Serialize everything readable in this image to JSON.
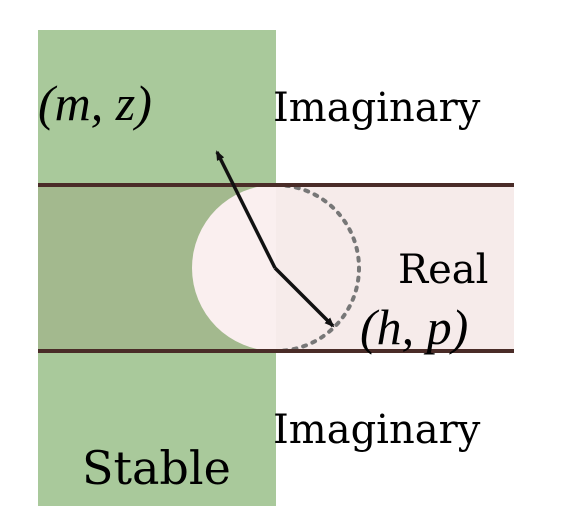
{
  "labels": {
    "mz": "(m, z)",
    "imaginary_top": "Imaginary",
    "real": "Real",
    "hp": "(h, p)",
    "imaginary_bottom": "Imaginary",
    "stable": "Stable"
  },
  "colors": {
    "stable_region": "#a9c99b",
    "stable_overlap": "#a3b98e",
    "real_band": "#f6ebea",
    "real_disk": "#faefef",
    "band_line": "#4a2c28",
    "arrow": "#111111",
    "dotted_arc": "#777777"
  }
}
